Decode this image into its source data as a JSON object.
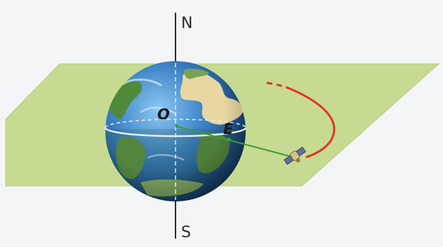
{
  "labels": {
    "north": "N",
    "south": "S",
    "center": "O",
    "point_e": "E"
  },
  "colors": {
    "background": "#f4f5f7",
    "plane": "#c6db91",
    "plane_edge": "#b6cf7d",
    "ocean_dark": "#123f7a",
    "ocean_light": "#6fb2e8",
    "land_desert": "#e9d7a2",
    "land_green": "#5a8b3e",
    "axis": "#2b2b2b",
    "orbit": "#e5331f",
    "radius_line": "#3a9c36",
    "equator": "#e8eef7"
  },
  "icons": {
    "satellite": "satellite-icon"
  }
}
